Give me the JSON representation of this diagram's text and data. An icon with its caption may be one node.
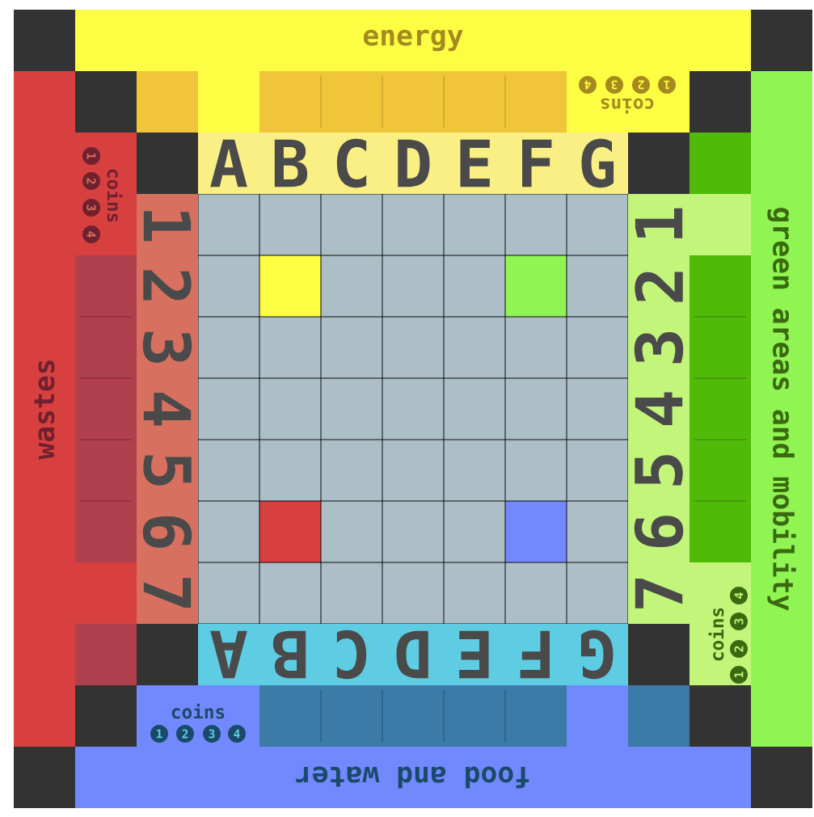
{
  "diagram": {
    "nodes": [
      {
        "text": [
          "energy"
        ]
      },
      {
        "text": [
          "wastes"
        ]
      },
      {
        "text": [
          "green areas and mobility"
        ]
      },
      {
        "text": [
          "food and water"
        ]
      },
      {
        "text": [
          "A"
        ]
      },
      {
        "text": [
          "B"
        ]
      },
      {
        "text": [
          "C"
        ]
      },
      {
        "text": [
          "D"
        ]
      },
      {
        "text": [
          "E"
        ]
      },
      {
        "text": [
          "F"
        ]
      },
      {
        "text": [
          "G"
        ]
      },
      {
        "text": [
          "1"
        ]
      },
      {
        "text": [
          "2"
        ]
      },
      {
        "text": [
          "3"
        ]
      },
      {
        "text": [
          "4"
        ]
      },
      {
        "text": [
          "5"
        ]
      },
      {
        "text": [
          "6"
        ]
      },
      {
        "text": [
          "7"
        ]
      },
      {
        "text": [
          "1"
        ]
      },
      {
        "text": [
          "2"
        ]
      },
      {
        "text": [
          "3"
        ]
      },
      {
        "text": [
          "4"
        ]
      },
      {
        "text": [
          "5"
        ]
      },
      {
        "text": [
          "6"
        ]
      },
      {
        "text": [
          "7"
        ]
      },
      {
        "text": [
          "A"
        ]
      },
      {
        "text": [
          "B"
        ]
      },
      {
        "text": [
          "C"
        ]
      },
      {
        "text": [
          "D"
        ]
      },
      {
        "text": [
          "E"
        ]
      },
      {
        "text": [
          "F"
        ]
      },
      {
        "text": [
          "G"
        ]
      }
    ],
    "labels": [
      "coins",
      "1",
      "2",
      "3",
      "4",
      "coins",
      "1",
      "2",
      "3",
      "4",
      "coins",
      "1",
      "2",
      "3",
      "4",
      "coins",
      "1",
      "2",
      "3",
      "4"
    ]
  }
}
